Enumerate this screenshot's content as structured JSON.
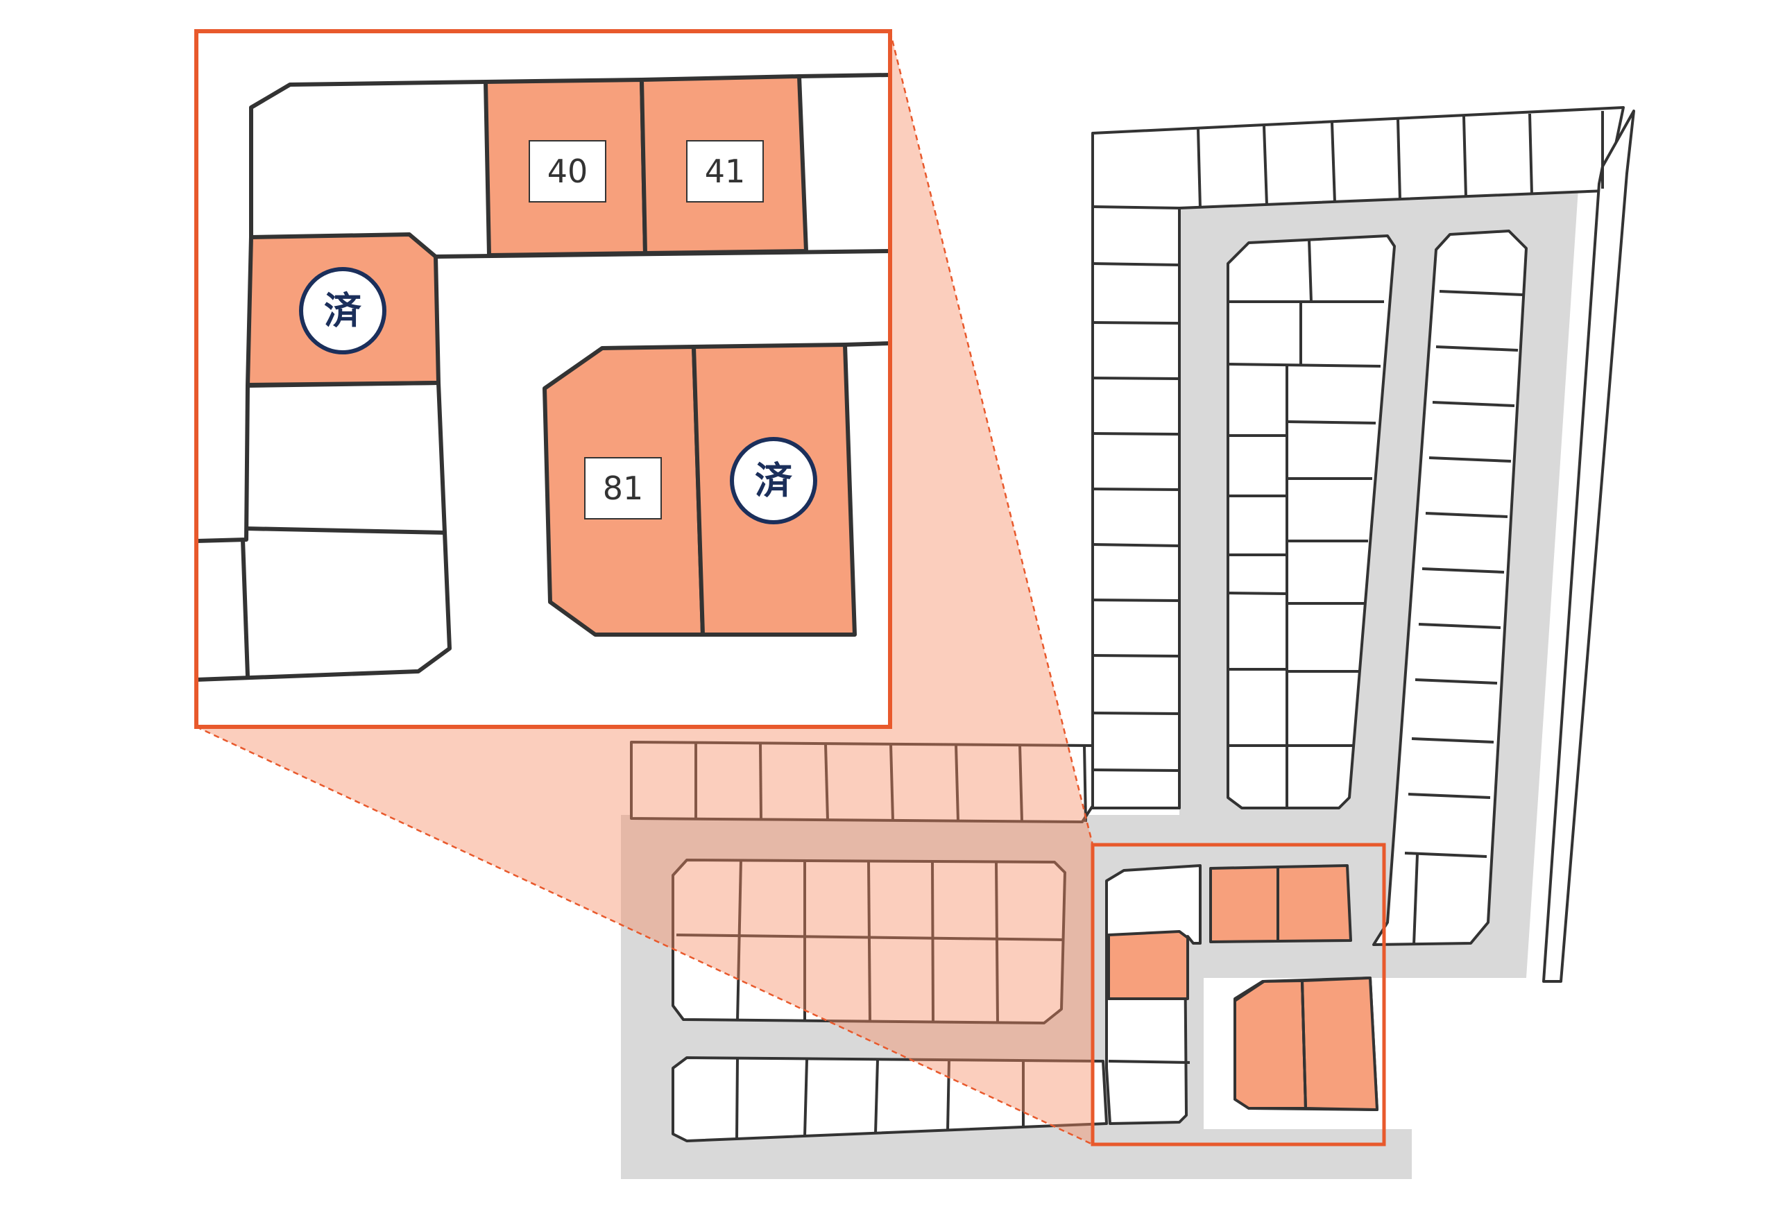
{
  "legend_colors": {
    "highlight_fill": "#f7a07c",
    "zoom_overlay": "#f58a62",
    "frame": "#e8592c",
    "road": "#d9d9d9",
    "sold_badge": "#1b2f5b",
    "line": "#333333"
  },
  "zoom": {
    "lots": [
      {
        "number": "40"
      },
      {
        "number": "41"
      },
      {
        "number": "81"
      }
    ],
    "sold_badges": [
      {
        "label": "済"
      },
      {
        "label": "済"
      }
    ]
  }
}
